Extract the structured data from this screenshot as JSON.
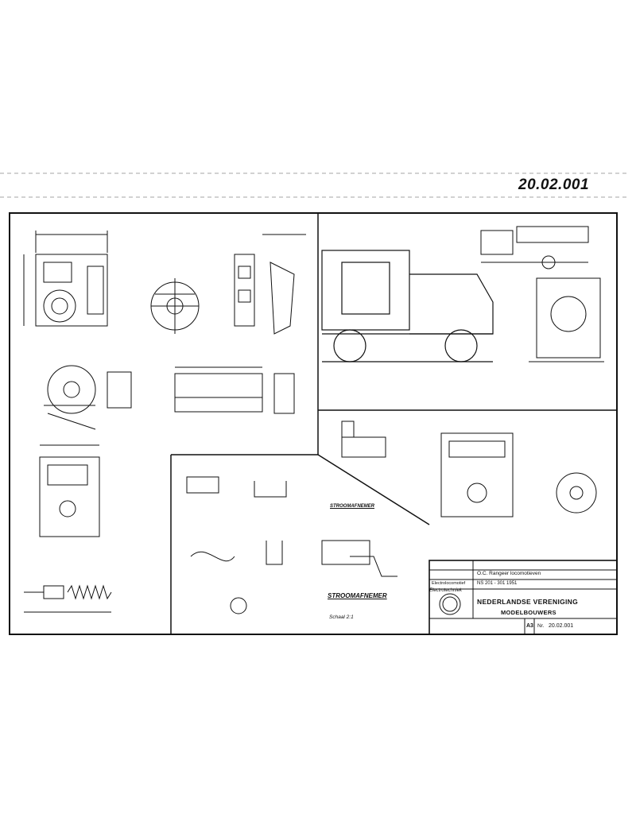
{
  "sheet": {
    "drawing_number_header": "20.02.001"
  },
  "sections": {
    "title_loco": "Electrotechniek",
    "stroomafnemer": "STROOMAFNEMER",
    "schaal": "Schaal 2:1",
    "stroomafnemer_2": "STROOMAFNEMER"
  },
  "title_block": {
    "row1_left": "Electrolocomotief",
    "project": "O.C. Rangeer locomotieven",
    "sub": "NS 201 - 301 1951",
    "society_line1": "NEDERLANDSE VERENIGING",
    "society_line2": "MODELBOUWERS",
    "format": "A3",
    "number_label": "Nr.",
    "number": "20.02.001"
  },
  "colors": {
    "ink": "#111111",
    "paper": "#ffffff"
  }
}
